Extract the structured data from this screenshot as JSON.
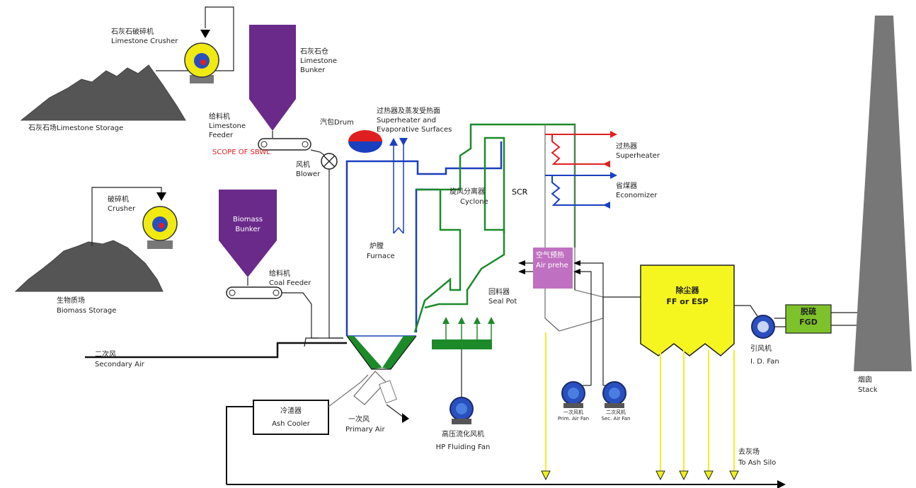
{
  "labels": {
    "limestone_crusher_cn": "石灰石破碎机",
    "limestone_crusher_en": "Limestone Crusher",
    "limestone_bunker_cn": "石灰石仓",
    "limestone_bunker_en1": "Limestone",
    "limestone_bunker_en2": "Bunker",
    "limestone_storage": "石灰石场Limestone Storage",
    "limestone_feeder_cn": "给料机",
    "limestone_feeder_en1": "Limestone",
    "limestone_feeder_en2": "Feeder",
    "scope": "SCOPE OF SBWL",
    "drum": "汽包Drum",
    "superheater_surfaces_cn": "过热器及蒸发受热面",
    "superheater_surfaces_en1": "Superheater and",
    "superheater_surfaces_en2": "Evaporative Surfaces",
    "blower_cn": "风机",
    "blower_en": "Blower",
    "crusher_cn": "破碎机",
    "crusher_en": "Crusher",
    "biomass_bunker1": "Biomass",
    "biomass_bunker2": "Bunker",
    "biomass_storage_cn": "生物质场",
    "biomass_storage_en": "Biomass Storage",
    "coal_feeder_cn": "给料机",
    "coal_feeder_en": "Coal Feeder",
    "furnace_cn": "炉膛",
    "furnace_en": "Furnace",
    "cyclone_cn": "旋风分离器",
    "cyclone_en": "Cyclone",
    "scr": "SCR",
    "superheater_cn": "过热器",
    "superheater_en": "Superheater",
    "economizer_cn": "省煤器",
    "economizer_en": "Economizer",
    "air_preheater_cn": "空气预热",
    "air_preheater_en": "Air prehe",
    "seal_pot_cn": "回料器",
    "seal_pot_en": "Seal Pot",
    "esp_cn": "除尘器",
    "esp_en": "FF or ESP",
    "fgd_cn": "脱硫",
    "fgd_en": "FGD",
    "id_fan_cn": "引风机",
    "id_fan_en": "I. D. Fan",
    "stack_cn": "烟囱",
    "stack_en": "Stack",
    "secondary_air_cn": "二次风",
    "secondary_air_en": "Secondary Air",
    "ash_cooler_cn": "冷渣器",
    "ash_cooler_en": "Ash Cooler",
    "primary_air_cn": "一次风",
    "primary_air_en": "Primary Air",
    "hp_fan_cn": "高压流化风机",
    "hp_fan_en": "HP Fluiding Fan",
    "prim_fan_cn": "一次风机",
    "prim_fan_en": "Prim. Air Fan",
    "sec_fan_cn": "二次风机",
    "sec_fan_en": "Sec. Air Fan",
    "ash_silo_cn": "去灰场",
    "ash_silo_en": "To Ash Silo"
  },
  "colors": {
    "bunker": "#6a2a8a",
    "crusher": "#f0ea10",
    "esp": "#f5f520",
    "fgd": "#7dc22a",
    "preheater": "#c070c0",
    "water_wall": "#1a3fbf",
    "flue_gas": "#1d8a2a",
    "superheater": "#e02020",
    "economizer": "#1a3fbf",
    "ash_line": "#f0f020",
    "fan": "#2a4fbf"
  }
}
